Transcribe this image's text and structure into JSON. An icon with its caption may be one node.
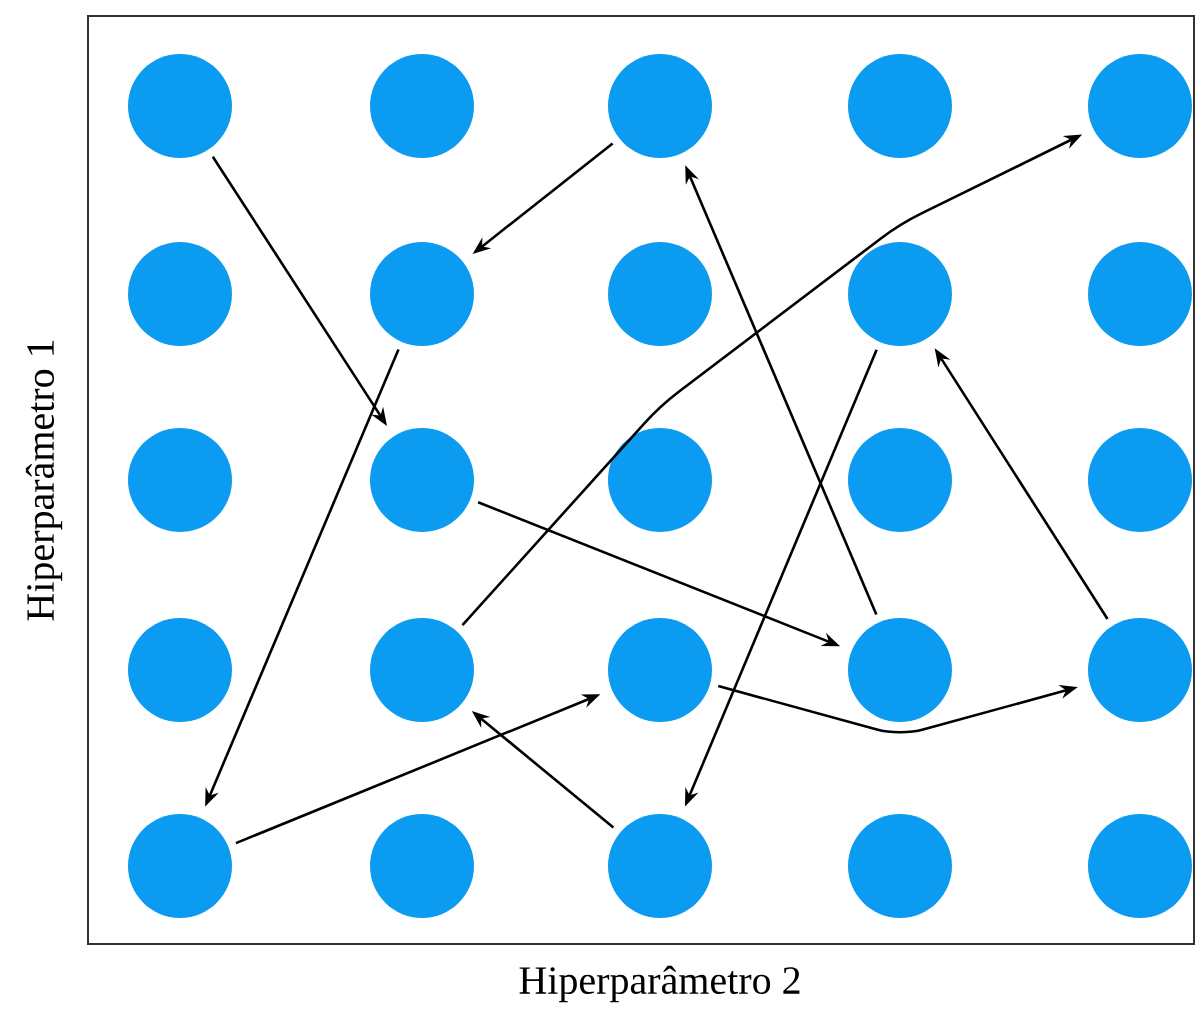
{
  "diagram": {
    "nodes": [
      {
        "text": [],
        "shape": "circle"
      },
      {
        "text": [],
        "shape": "circle"
      },
      {
        "text": [],
        "shape": "circle"
      },
      {
        "text": [],
        "shape": "circle"
      },
      {
        "text": [],
        "shape": "circle"
      },
      {
        "text": [],
        "shape": "circle"
      },
      {
        "text": [],
        "shape": "circle"
      },
      {
        "text": [],
        "shape": "circle"
      },
      {
        "text": [],
        "shape": "circle"
      },
      {
        "text": [],
        "shape": "circle"
      },
      {
        "text": [],
        "shape": "circle"
      },
      {
        "text": [],
        "shape": "circle"
      },
      {
        "text": [],
        "shape": "circle"
      },
      {
        "text": [],
        "shape": "circle"
      },
      {
        "text": [],
        "shape": "circle"
      },
      {
        "text": [],
        "shape": "circle"
      },
      {
        "text": [],
        "shape": "circle"
      },
      {
        "text": [],
        "shape": "circle"
      },
      {
        "text": [],
        "shape": "circle"
      },
      {
        "text": [],
        "shape": "circle"
      },
      {
        "text": [],
        "shape": "circle"
      },
      {
        "text": [],
        "shape": "circle"
      },
      {
        "text": [],
        "shape": "circle"
      },
      {
        "text": [],
        "shape": "circle"
      },
      {
        "text": [],
        "shape": "circle"
      }
    ],
    "edges": [
      {
        "from": 0,
        "to": 11,
        "arrow": "to"
      },
      {
        "from": 2,
        "to": 6,
        "arrow": "to"
      },
      {
        "from": 6,
        "to": 20,
        "arrow": "to"
      },
      {
        "from": 20,
        "to": 17,
        "arrow": "to"
      },
      {
        "from": 22,
        "to": 16,
        "arrow": "to"
      },
      {
        "from": 16,
        "to": 4,
        "arrow": "to"
      },
      {
        "from": 11,
        "to": 18,
        "arrow": "to"
      },
      {
        "from": 18,
        "to": 2,
        "arrow": "to"
      },
      {
        "from": 8,
        "to": 22,
        "arrow": "to"
      },
      {
        "from": 17,
        "to": 19,
        "arrow": "to"
      },
      {
        "from": 19,
        "to": 8,
        "arrow": "to"
      }
    ],
    "labels": [
      "Hiperparâmetro 1",
      "Hiperparâmetro 2"
    ]
  }
}
